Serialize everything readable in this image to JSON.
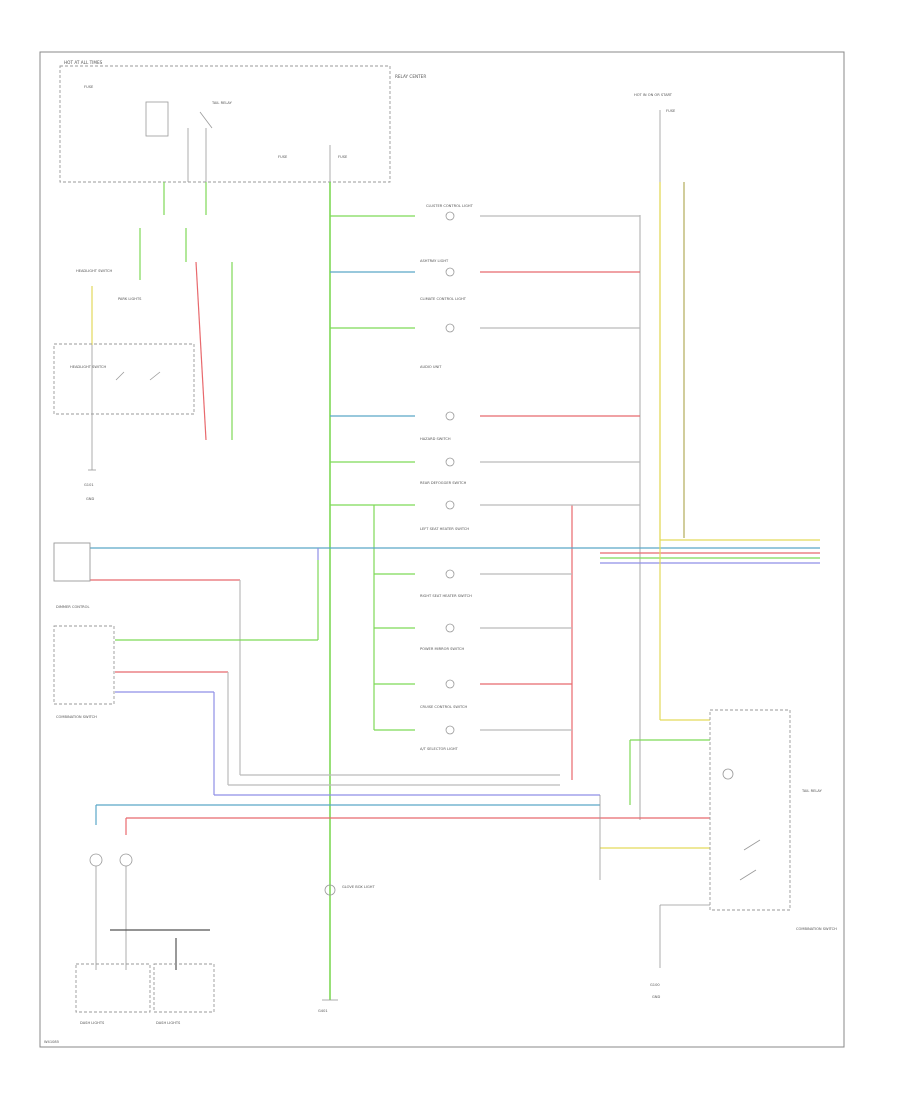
{
  "labels": {
    "fuse_box_header": "HOT AT ALL TIMES",
    "fuse_box_name": "RELAY CENTER",
    "relay_label": "TAIL RELAY",
    "fuse_left": "FUSE",
    "fuse_right": "FUSE",
    "fuse_small": "FUSE",
    "hot_run_header": "HOT IN ON OR START",
    "hot_run_fuse": "FUSE",
    "headlight_switch_tag": "HEADLIGHT SWITCH",
    "switch_box": "HEADLIGHT SWITCH",
    "park_light": "PARK LIGHTS",
    "right_ground": "G100",
    "left_ground_label": "G101",
    "ground_text": "GND",
    "lamp_cluster": "CLUSTER CONTROL LIGHT",
    "lamp_ashtray": "ASHTRAY LIGHT",
    "lamp_climate": "CLIMATE CONTROL LIGHT",
    "lamp_audio": "AUDIO UNIT",
    "lamp_hazard": "HAZARD SWITCH",
    "lamp_defogger": "REAR DEFOGGER SWITCH",
    "lamp_seatheater_left": "LEFT SEAT HEATER SWITCH",
    "lamp_seatheater_right": "RIGHT SEAT HEATER SWITCH",
    "lamp_mirror": "POWER MIRROR SWITCH",
    "lamp_cruise": "CRUISE CONTROL SWITCH",
    "lamp_selector": "A/T SELECTOR LIGHT",
    "left_dimmer": "DIMMER CONTROL",
    "left_module": "COMBINATION SWITCH",
    "bottom_left_a": "DASH LIGHTS",
    "bottom_left_b": "DASH LIGHTS",
    "bottom_mid": "GLOVE BOX LIGHT",
    "bottom_right_relay": "TAIL RELAY",
    "bottom_right_switch": "COMBINATION SWITCH",
    "bottom_code": "G401",
    "footer_code": "W41085"
  },
  "colors": {
    "green": "#7ed957",
    "blue": "#5aa7c8",
    "red": "#e8696d",
    "violet": "#8f8fe6",
    "yellow": "#e3d95b",
    "olive": "#b8b266",
    "gray": "#9a9a9a",
    "frame": "#888888"
  }
}
